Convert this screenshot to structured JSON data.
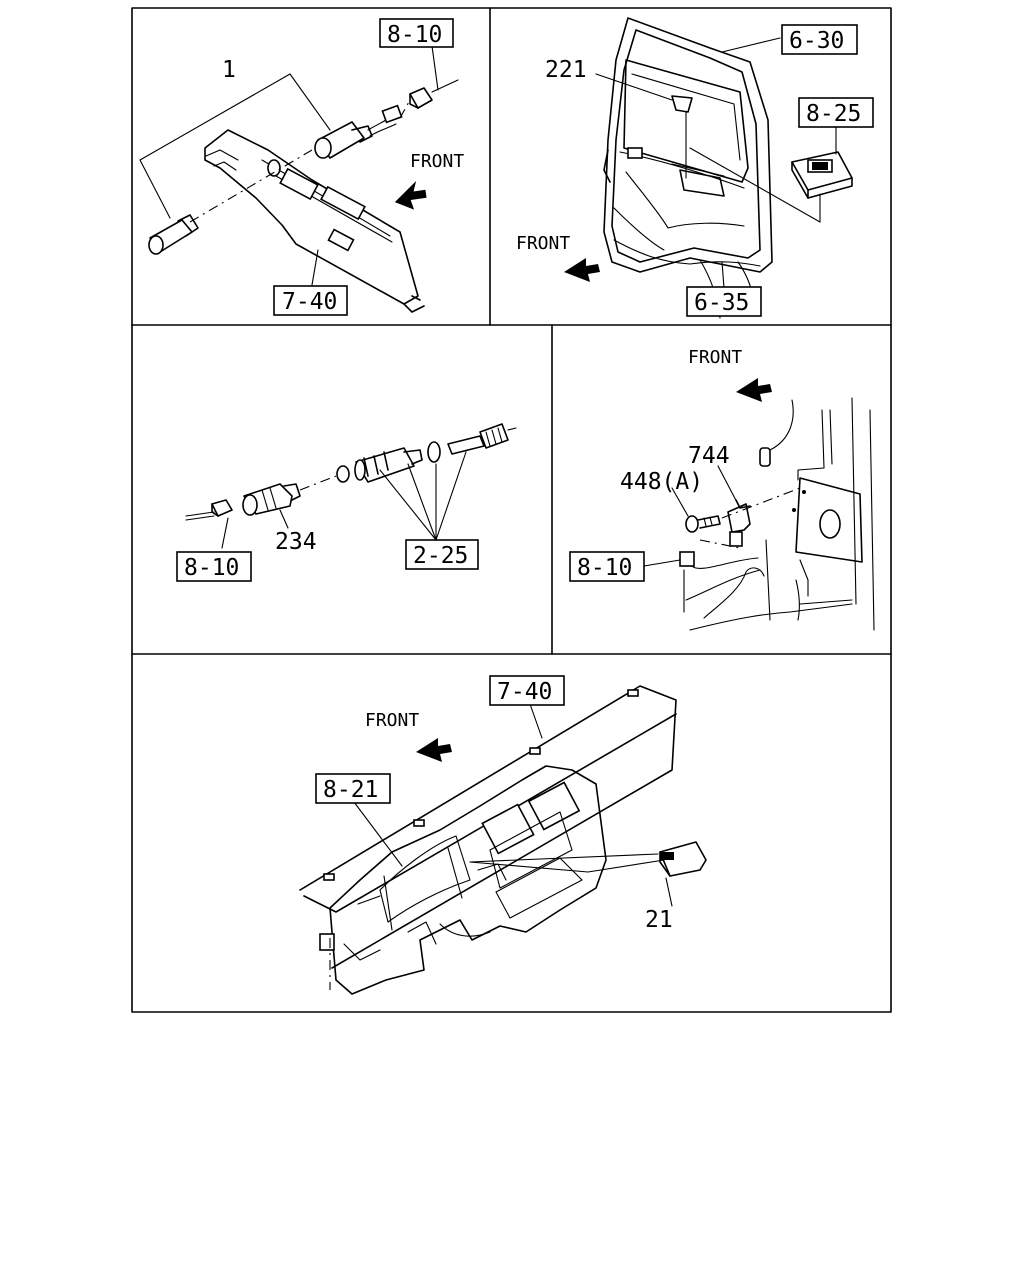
{
  "panels": {
    "top_left": {
      "front": "FRONT",
      "callouts": {
        "part_1": "1",
        "ref_8_10": "8-10",
        "ref_7_40": "7-40"
      }
    },
    "top_right": {
      "front": "FRONT",
      "callouts": {
        "part_221": "221",
        "ref_6_30": "6-30",
        "ref_8_25": "8-25",
        "ref_6_35": "6-35"
      }
    },
    "middle_left": {
      "callouts": {
        "part_234": "234",
        "ref_8_10": "8-10",
        "ref_2_25": "2-25"
      }
    },
    "middle_right": {
      "front": "FRONT",
      "callouts": {
        "part_744": "744",
        "part_448a": "448(A)",
        "ref_8_10": "8-10"
      }
    },
    "bottom": {
      "front": "FRONT",
      "callouts": {
        "ref_7_40": "7-40",
        "ref_8_21": "8-21",
        "part_21": "21"
      }
    }
  }
}
